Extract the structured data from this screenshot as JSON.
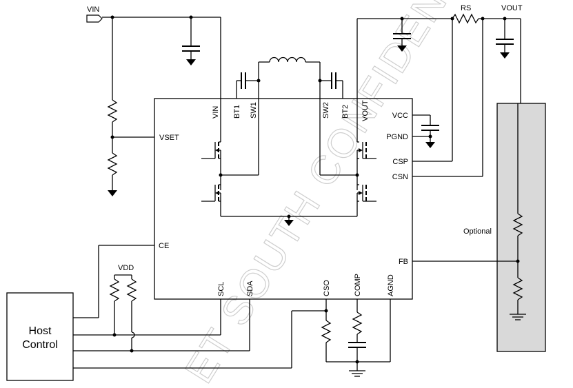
{
  "labels": {
    "vin_net": "VIN",
    "vout_net": "VOUT",
    "rs": "RS",
    "vdd": "VDD",
    "optional": "Optional",
    "host_line1": "Host",
    "host_line2": "Control"
  },
  "ic_pins": {
    "vin": "VIN",
    "bt1": "BT1",
    "sw1": "SW1",
    "sw2": "SW2",
    "bt2": "BT2",
    "vout": "VOUT",
    "vset": "VSET",
    "ce": "CE",
    "vcc": "VCC",
    "pgnd": "PGND",
    "csp": "CSP",
    "csn": "CSN",
    "fb": "FB",
    "scl": "SCL",
    "sda": "SDA",
    "cso": "CSO",
    "comp": "COMP",
    "agnd": "AGND"
  },
  "watermark": "ET SOUTH CONFIDENTIAL"
}
